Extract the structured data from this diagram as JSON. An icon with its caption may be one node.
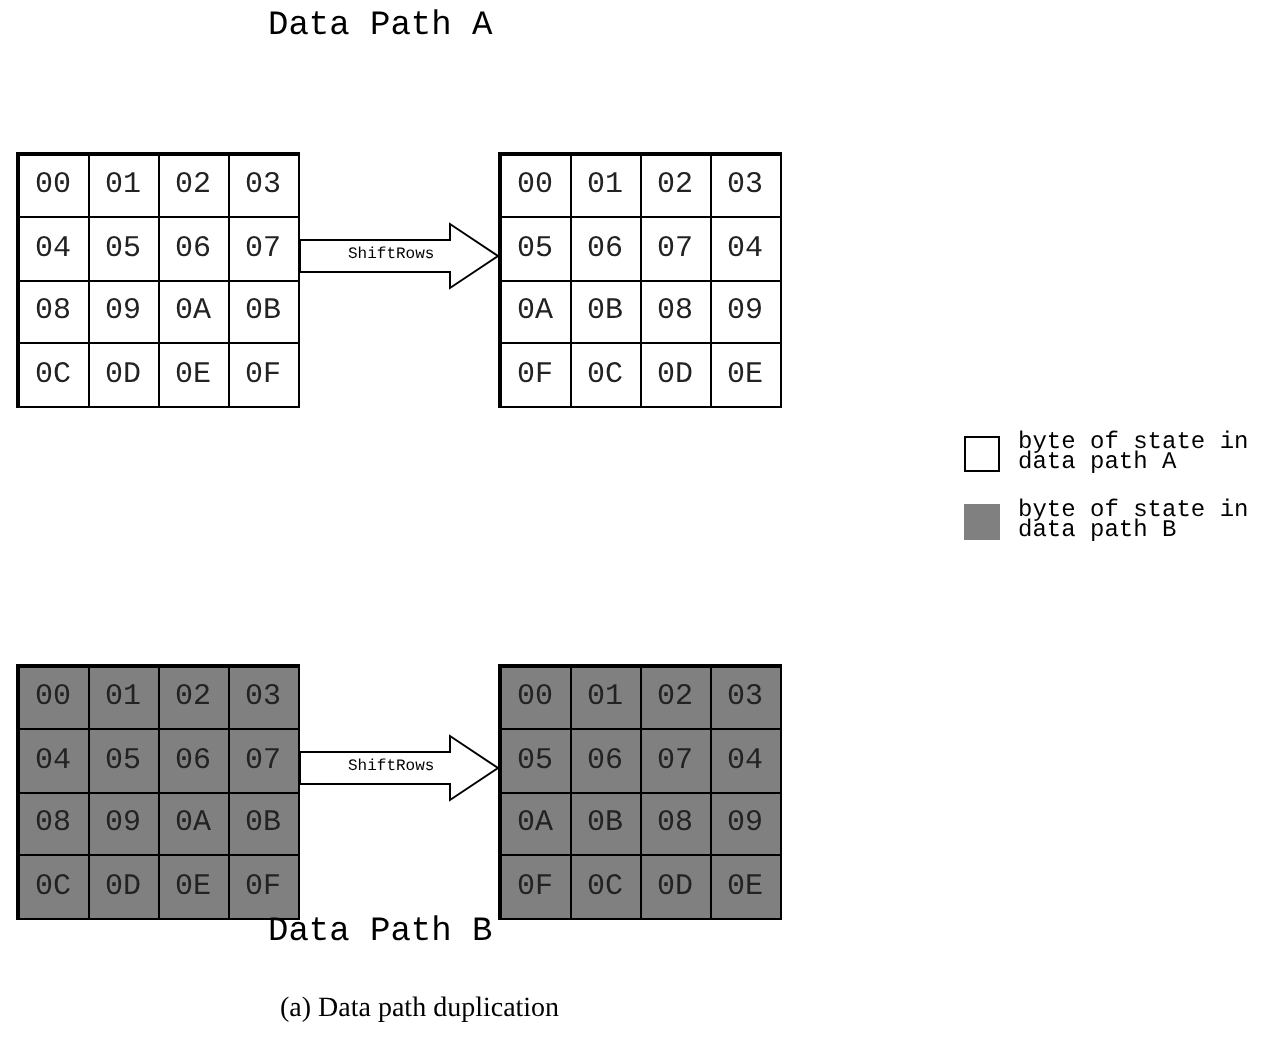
{
  "diagram": {
    "caption": "(a) Data path duplication",
    "nodes": [
      {
        "text": [
          "00",
          "01",
          "02",
          "03",
          "04",
          "05",
          "06",
          "07",
          "08",
          "09",
          "0A",
          "0B",
          "0C",
          "0D",
          "0E",
          "0F"
        ]
      },
      {
        "text": [
          "00",
          "01",
          "02",
          "03",
          "05",
          "06",
          "07",
          "04",
          "0A",
          "0B",
          "08",
          "09",
          "0F",
          "0C",
          "0D",
          "0E"
        ]
      },
      {
        "text": [
          "00",
          "01",
          "02",
          "03",
          "04",
          "05",
          "06",
          "07",
          "08",
          "09",
          "0A",
          "0B",
          "0C",
          "0D",
          "0E",
          "0F"
        ]
      },
      {
        "text": [
          "00",
          "01",
          "02",
          "03",
          "05",
          "06",
          "07",
          "04",
          "0A",
          "0B",
          "08",
          "09",
          "0F",
          "0C",
          "0D",
          "0E"
        ]
      }
    ],
    "edges": [
      {
        "from": 0,
        "to": 1,
        "arrow": "to",
        "label": "ShiftRows"
      },
      {
        "from": 2,
        "to": 3,
        "arrow": "to",
        "label": "ShiftRows"
      }
    ],
    "labels": [
      "Data Path A",
      "Data Path B"
    ],
    "legend": [
      {
        "text": "byte of state in data path A",
        "color": "#ffffff"
      },
      {
        "text": "byte of state in data path B",
        "color": "#808080"
      }
    ]
  }
}
